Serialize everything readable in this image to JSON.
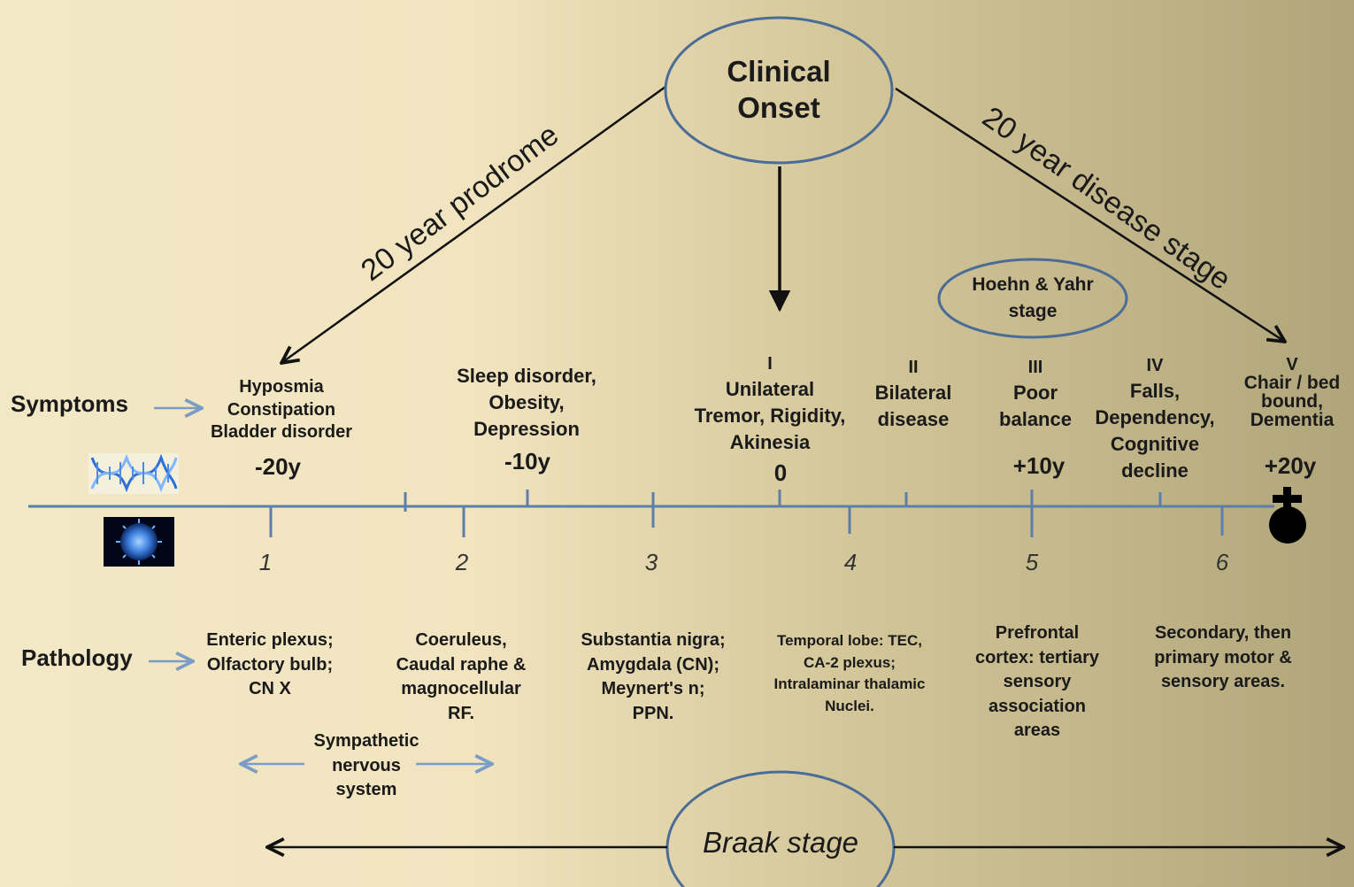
{
  "clinical_onset": "Clinical\nOnset",
  "prodrome_label": "20 year prodrome",
  "disease_label": "20 year disease stage",
  "hy_label": "Hoehn & Yahr\nstage",
  "symptoms_label": "Symptoms",
  "pathology_label": "Pathology",
  "braak_label": "Braak stage",
  "time_marks": [
    "-20y",
    "-10y",
    "0",
    "+10y",
    "+20y"
  ],
  "symptom_groups": [
    "Hyposmia\nConstipation\nBladder disorder",
    "Sleep disorder,\nObesity,\nDepression"
  ],
  "hy_stages": [
    {
      "numeral": "I",
      "text": "Unilateral\nTremor, Rigidity,\nAkinesia"
    },
    {
      "numeral": "II",
      "text": "Bilateral\ndisease"
    },
    {
      "numeral": "III",
      "text": "Poor\nbalance"
    },
    {
      "numeral": "IV",
      "text": "Falls,\nDependency,\nCognitive\ndecline"
    },
    {
      "numeral": "V",
      "text": "Chair / bed\nbound,\nDementia"
    }
  ],
  "braak_stages": [
    "1",
    "2",
    "3",
    "4",
    "5",
    "6"
  ],
  "pathology": [
    "Enteric plexus;\nOlfactory bulb;\nCN X",
    "Coeruleus,\nCaudal raphe &\nmagnocellular\nRF.",
    "Substantia nigra;\nAmygdala (CN);\nMeynert's n;\nPPN.",
    "Temporal lobe: TEC,\nCA-2 plexus;\nIntralaminar thalamic\nNuclei.",
    "Prefrontal\ncortex:  tertiary\nsensory\nassociation\nareas",
    "Secondary, then\nprimary motor &\nsensory areas."
  ],
  "sympathetic": "Sympathetic\nnervous\nsystem",
  "colors": {
    "axis": "#5b7fa8",
    "ellipse": "#4a6c96",
    "arrow": "#111111",
    "pointer": "#7b9cc4"
  },
  "icons": [
    "dna-icon",
    "virus-icon",
    "death-cross-icon"
  ]
}
